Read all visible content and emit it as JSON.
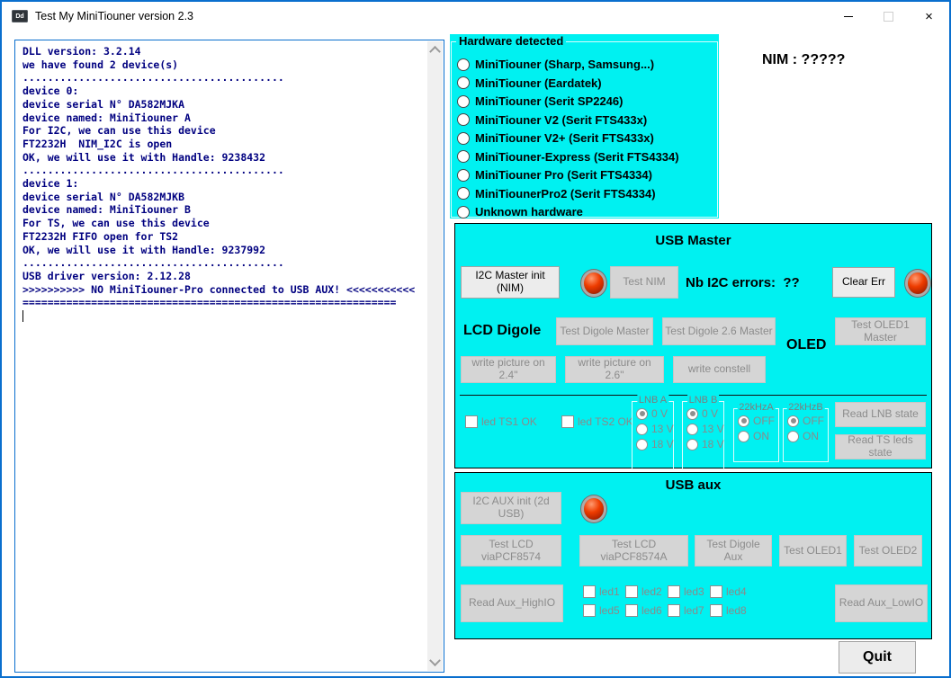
{
  "window": {
    "title": "Test My MiniTiouner version 2.3",
    "icon_text": "Dd",
    "min_label": "minimize",
    "max_label": "maximize",
    "close_label": "close"
  },
  "console": {
    "lines": [
      "DLL version: 3.2.14",
      "we have found 2 device(s)",
      "..........................................",
      "device 0:",
      "device serial N° DA582MJKA",
      "device named: MiniTiouner A",
      "For I2C, we can use this device",
      "FT2232H  NIM_I2C is open",
      "OK, we will use it with Handle: 9238432",
      "..........................................",
      "device 1:",
      "device serial N° DA582MJKB",
      "device named: MiniTiouner B",
      "For TS, we can use this device",
      "FT2232H FIFO open for TS2",
      "OK, we will use it with Handle: 9237992",
      "..........................................",
      "USB driver version: 2.12.28",
      ">>>>>>>>>> NO MiniTiouner-Pro connected to USB AUX! <<<<<<<<<<<",
      "============================================================"
    ]
  },
  "hardware": {
    "title": "Hardware detected",
    "options": [
      "MiniTiouner (Sharp, Samsung...)",
      "MiniTiouner (Eardatek)",
      "MiniTiouner (Serit SP2246)",
      "MiniTiouner V2 (Serit FTS433x)",
      "MiniTiouner V2+ (Serit FTS433x)",
      "MiniTiouner-Express (Serit FTS4334)",
      "MiniTiouner Pro  (Serit FTS4334)",
      "MiniTiounerPro2 (Serit FTS4334)",
      "Unknown hardware"
    ]
  },
  "nim_label": "NIM : ?????",
  "usb_master": {
    "title": "USB Master",
    "i2c_master_init": "I2C Master init (NIM)",
    "test_nim": "Test NIM",
    "nb_errors_label": "Nb I2C errors:  ??",
    "clear_err": "Clear Err",
    "lcd_digole_label": "LCD Digole",
    "test_digole_master": "Test Digole Master",
    "test_digole_26": "Test Digole 2.6 Master",
    "oled_label": "OLED",
    "test_oled1_master": "Test OLED1 Master",
    "write_24": "write picture on 2.4\"",
    "write_26": "write picture on 2.6\"",
    "write_constell": "write constell",
    "led_ts1": "led TS1 OK",
    "led_ts2": "led TS2 OK",
    "lnb_a": {
      "title": "LNB A",
      "options": [
        "0 V",
        "13 V",
        "18 V"
      ],
      "selected": "0 V"
    },
    "lnb_b": {
      "title": "LNB B",
      "options": [
        "0 V",
        "13 V",
        "18 V"
      ],
      "selected": "0 V"
    },
    "k22a": {
      "title": "22kHzA",
      "options": [
        "OFF",
        "ON"
      ],
      "selected": "OFF"
    },
    "k22b": {
      "title": "22kHzB",
      "options": [
        "OFF",
        "ON"
      ],
      "selected": "OFF"
    },
    "read_lnb": "Read LNB state",
    "read_ts": "Read TS leds state"
  },
  "usb_aux": {
    "title": "USB aux",
    "i2c_aux_init": "I2C AUX init (2d USB)",
    "test_lcd_1": "Test LCD viaPCF8574",
    "test_lcd_2": "Test LCD viaPCF8574A",
    "test_digole_aux": "Test Digole Aux",
    "test_oled1": "Test OLED1",
    "test_oled2": "Test OLED2",
    "read_high": "Read Aux_HighIO",
    "read_low": "Read Aux_LowIO",
    "leds": [
      "led1",
      "led2",
      "led3",
      "led4",
      "led5",
      "led6",
      "led7",
      "led8"
    ]
  },
  "quit_label": "Quit",
  "colors": {
    "panel_cyan": "#00F1F1",
    "accent_blue": "#0A6FCE",
    "led_red": "#EE3C00",
    "console_text": "#000080"
  }
}
